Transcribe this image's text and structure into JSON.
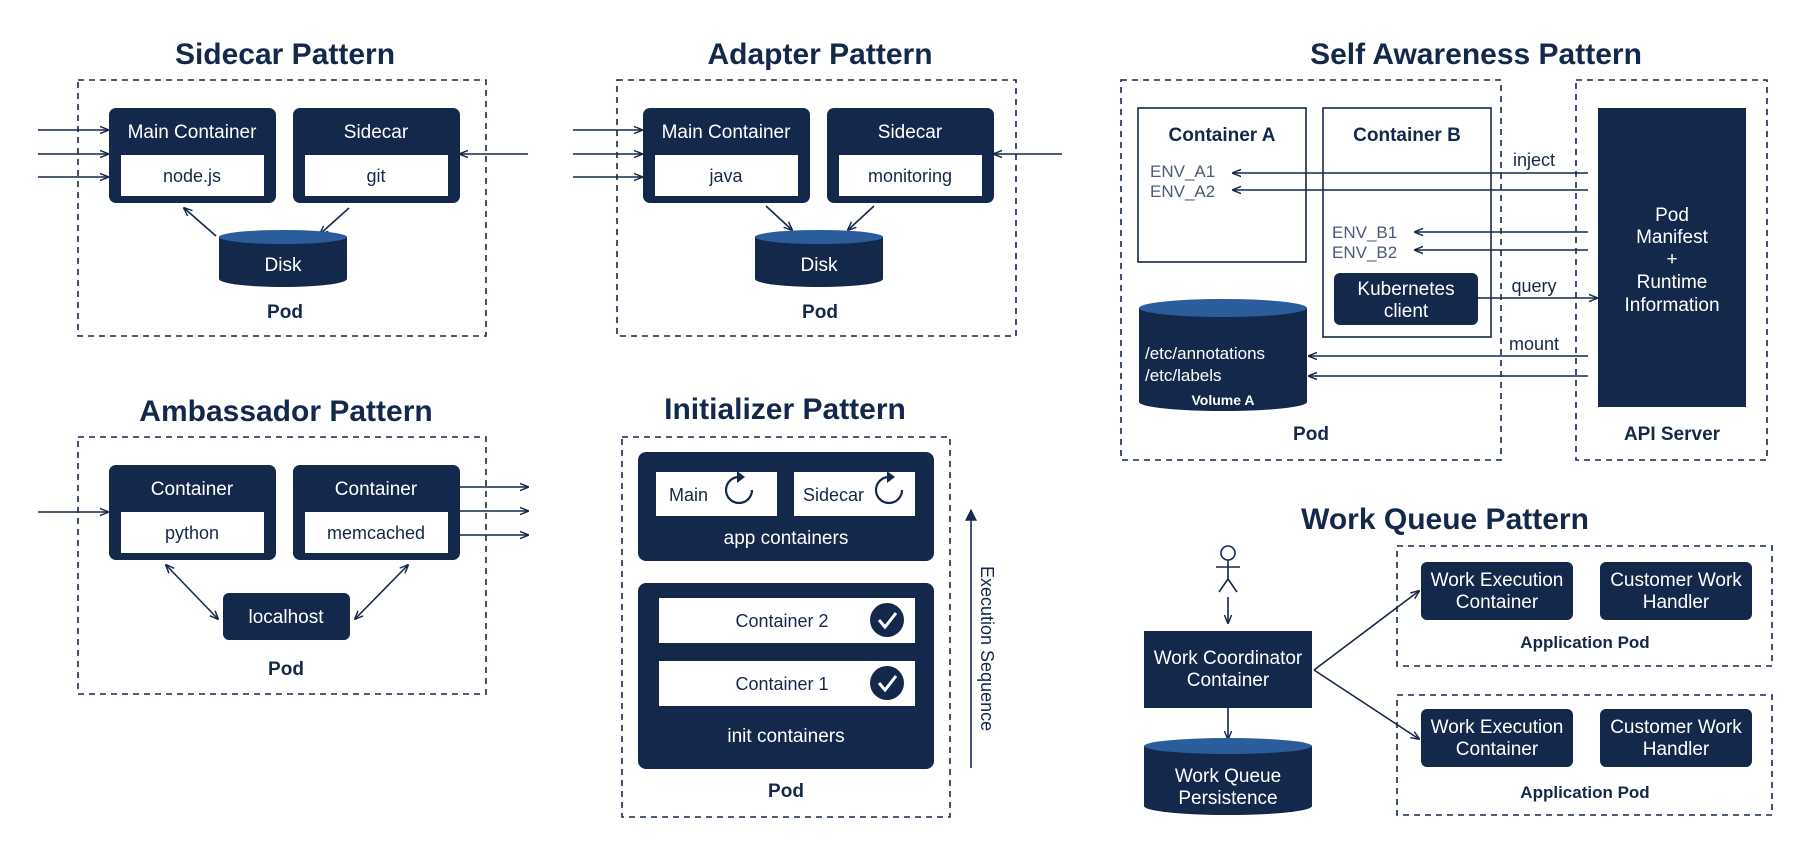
{
  "sidecar": {
    "title": "Sidecar Pattern",
    "main_label": "Main Container",
    "main_inner": "node.js",
    "sidecar_label": "Sidecar",
    "sidecar_inner": "git",
    "disk": "Disk",
    "pod": "Pod"
  },
  "adapter": {
    "title": "Adapter Pattern",
    "main_label": "Main Container",
    "main_inner": "java",
    "sidecar_label": "Sidecar",
    "sidecar_inner": "monitoring",
    "disk": "Disk",
    "pod": "Pod"
  },
  "self_awareness": {
    "title": "Self Awareness Pattern",
    "container_a": "Container A",
    "env_a1": "ENV_A1",
    "env_a2": "ENV_A2",
    "container_b": "Container B",
    "env_b1": "ENV_B1",
    "env_b2": "ENV_B2",
    "k8s_client_1": "Kubernetes",
    "k8s_client_2": "client",
    "volume_line1": "/etc/annotations",
    "volume_line2": "/etc/labels",
    "volume_name": "Volume A",
    "pod": "Pod",
    "inject": "inject",
    "query": "query",
    "mount": "mount",
    "manifest_1": "Pod",
    "manifest_2": "Manifest",
    "manifest_3": "+",
    "manifest_4": "Runtime",
    "manifest_5": "Information",
    "api_server": "API Server"
  },
  "ambassador": {
    "title": "Ambassador Pattern",
    "c1_label": "Container",
    "c1_inner": "python",
    "c2_label": "Container",
    "c2_inner": "memcached",
    "localhost": "localhost",
    "pod": "Pod"
  },
  "initializer": {
    "title": "Initializer Pattern",
    "main": "Main",
    "sidecar": "Sidecar",
    "app_containers": "app containers",
    "container2": "Container 2",
    "container1": "Container 1",
    "init_containers": "init containers",
    "pod": "Pod",
    "sequence": "Execution Sequence"
  },
  "work_queue": {
    "title": "Work Queue Pattern",
    "coordinator_1": "Work Coordinator",
    "coordinator_2": "Container",
    "persistence_1": "Work Queue",
    "persistence_2": "Persistence",
    "exec_1": "Work Execution",
    "exec_2": "Container",
    "handler_1": "Customer Work",
    "handler_2": "Handler",
    "app_pod": "Application Pod"
  },
  "colors": {
    "navy": "#14284b",
    "accent_blue": "#2b5d9c",
    "white": "#ffffff"
  },
  "icons": [
    "refresh-icon",
    "check-circle-icon",
    "person-icon",
    "arrow-icon"
  ]
}
